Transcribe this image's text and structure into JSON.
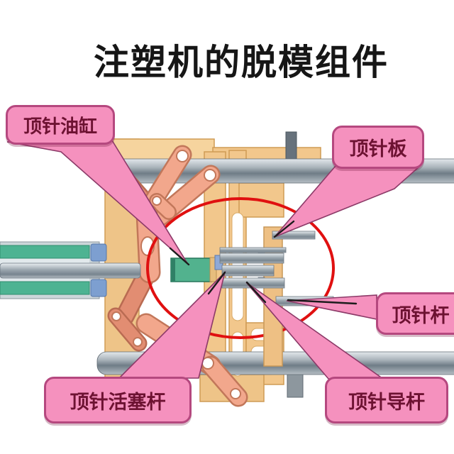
{
  "title": "注塑机的脱模组件",
  "callouts": [
    {
      "id": "oil-cylinder",
      "label": "顶针油缸"
    },
    {
      "id": "ejector-plate",
      "label": "顶针板"
    },
    {
      "id": "ejector-rod",
      "label": "顶针杆"
    },
    {
      "id": "piston-rod",
      "label": "顶针活塞杆"
    },
    {
      "id": "guide-rod",
      "label": "顶针导杆"
    }
  ],
  "colors": {
    "background": "#ffffff",
    "label_fill": "#f591be",
    "label_border": "#b5487f",
    "label_text": "#6d1232",
    "highlight_ellipse": "#e01010",
    "plate_tan": "#f2c78c",
    "toggle_link_salmon": "#f2a78c",
    "cylinder_green": "#4db392",
    "tie_bar_gray": "#8a949e"
  }
}
